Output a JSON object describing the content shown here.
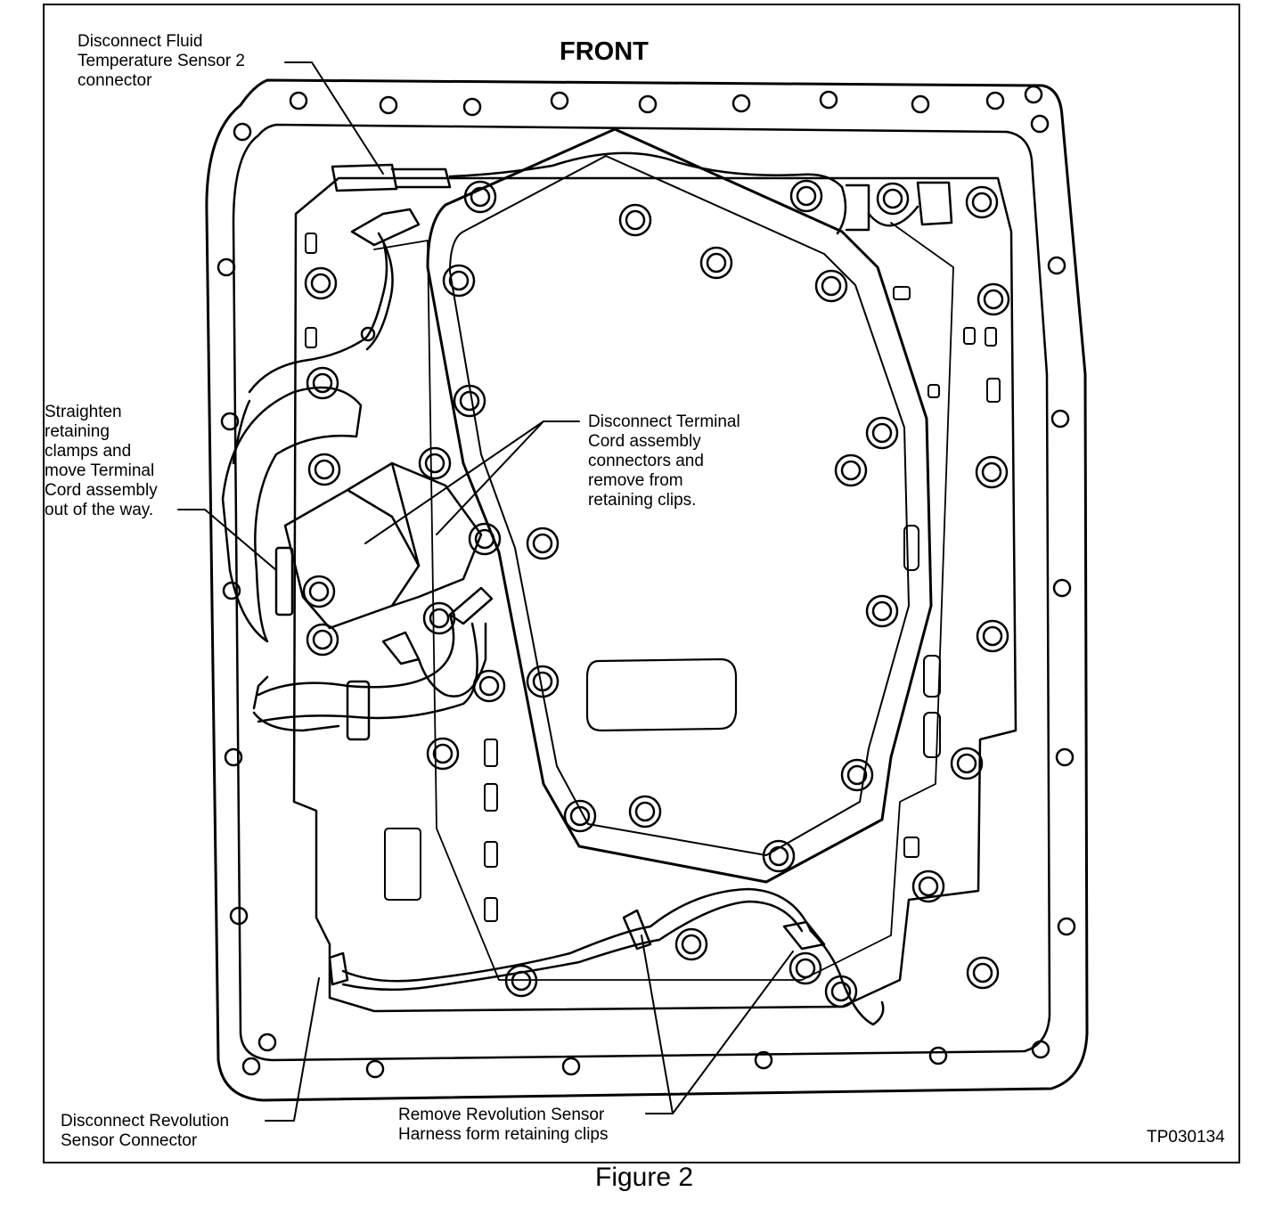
{
  "figure": {
    "heading": "FRONT",
    "caption": "Figure 2",
    "code": "TP030134"
  },
  "callouts": {
    "fluid_temp_sensor": "Disconnect Fluid\nTemperature Sensor 2\nconnector",
    "terminal_cord_clamps": "Straighten\nretaining\nclamps and\nmove Terminal\nCord assembly\nout of the way.",
    "terminal_cord_connectors": "Disconnect Terminal\nCord assembly\nconnectors and\nremove from\nretaining clips.",
    "revolution_sensor_connector": "Disconnect Revolution\nSensor Connector",
    "revolution_sensor_harness": "Remove Revolution Sensor\nHarness form retaining clips"
  }
}
